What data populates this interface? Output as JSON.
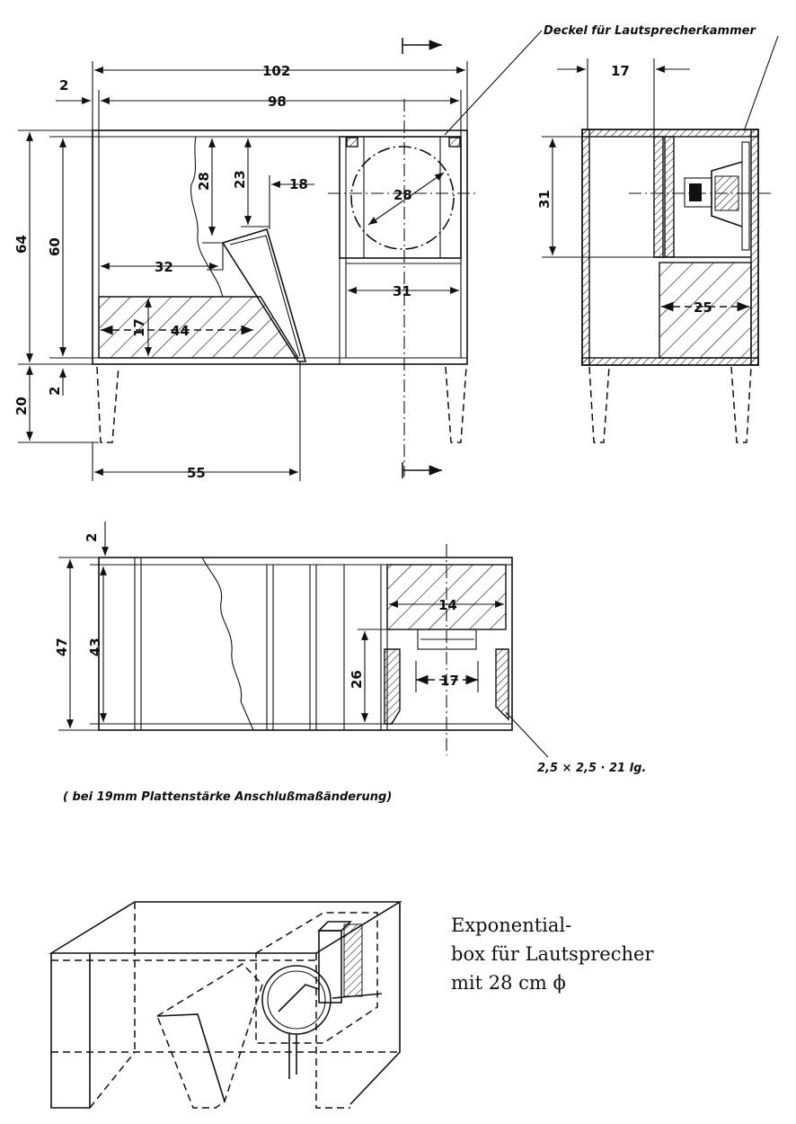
{
  "front_view": {
    "dim_overall_width": "102",
    "dim_inner_width": "98",
    "dim_wall": "2",
    "dim_total_height": "64",
    "dim_inner_height": "60",
    "dim_leg_height": "20",
    "dim_bottom_wall": "2",
    "dim_horn_top_28": "28",
    "dim_horn_top_23": "23",
    "dim_throat": "18",
    "dim_driver": "28",
    "dim_horn_offset": "32",
    "dim_chamber_width": "31",
    "dim_base_length": "44",
    "dim_base_height": "17",
    "dim_mouth_position": "55",
    "label_lid": "Deckel für Lautsprecherkammer"
  },
  "side_view": {
    "dim_depth_17": "17",
    "dim_chamber_height": "31",
    "dim_block": "25"
  },
  "top_view": {
    "dim_wall": "2",
    "dim_depth_outer": "47",
    "dim_depth_inner": "43",
    "dim_block_14": "14",
    "dim_opening_17": "17",
    "dim_height_26": "26",
    "label_batten": "2,5 × 2,5 · 21 lg.",
    "note_thickness": "( bei 19mm Plattenstärke Anschlußmaßänderung)"
  },
  "caption": {
    "line1": "Exponential-",
    "line2": "box für Lautsprecher",
    "line3": "mit 28 cm ϕ"
  }
}
